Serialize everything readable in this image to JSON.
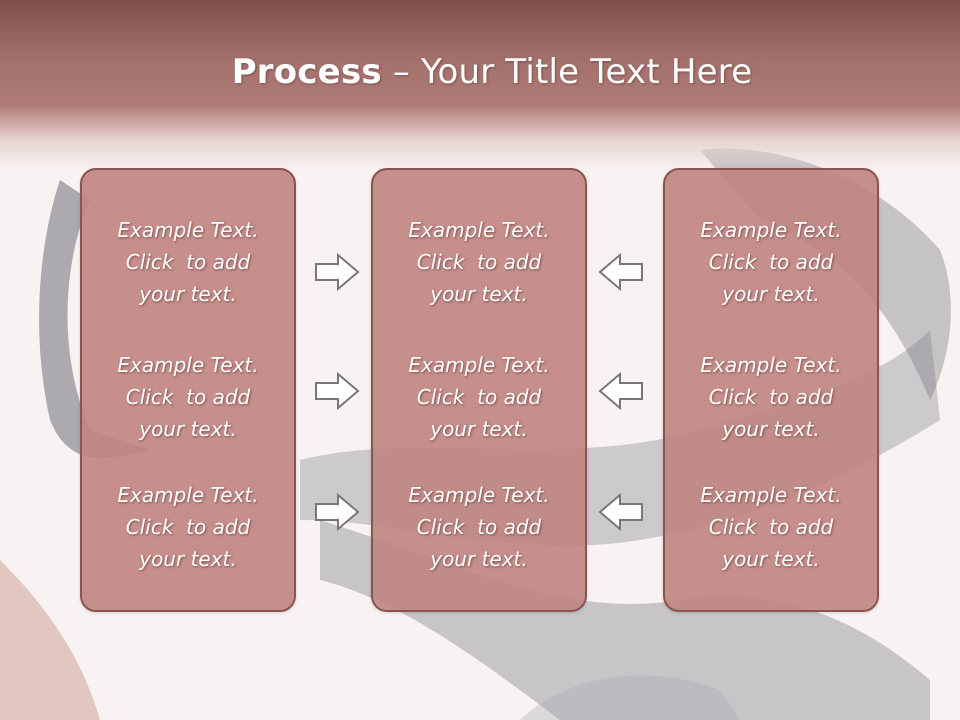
{
  "colors": {
    "header": "#a3706b",
    "panel": "#c0847f",
    "panel_border": "#8a5451",
    "text": "#ffffff"
  },
  "title": {
    "bold": "Process",
    "rest": " – Your Title Text Here"
  },
  "panels": [
    {
      "blocks": [
        [
          "Example Text.",
          "Click  to add",
          "your text."
        ],
        [
          "Example Text.",
          "Click  to add",
          "your text."
        ],
        [
          "Example Text.",
          "Click  to add",
          "your text."
        ]
      ]
    },
    {
      "blocks": [
        [
          "Example Text.",
          "Click  to add",
          "your text."
        ],
        [
          "Example Text.",
          "Click  to add",
          "your text."
        ],
        [
          "Example Text.",
          "Click  to add",
          "your text."
        ]
      ]
    },
    {
      "blocks": [
        [
          "Example Text.",
          "Click  to add",
          "your text."
        ],
        [
          "Example Text.",
          "Click  to add",
          "your text."
        ],
        [
          "Example Text.",
          "Click  to add",
          "your text."
        ]
      ]
    }
  ],
  "arrows": {
    "left_column": "arrow-right-icon",
    "right_column": "arrow-left-icon"
  }
}
